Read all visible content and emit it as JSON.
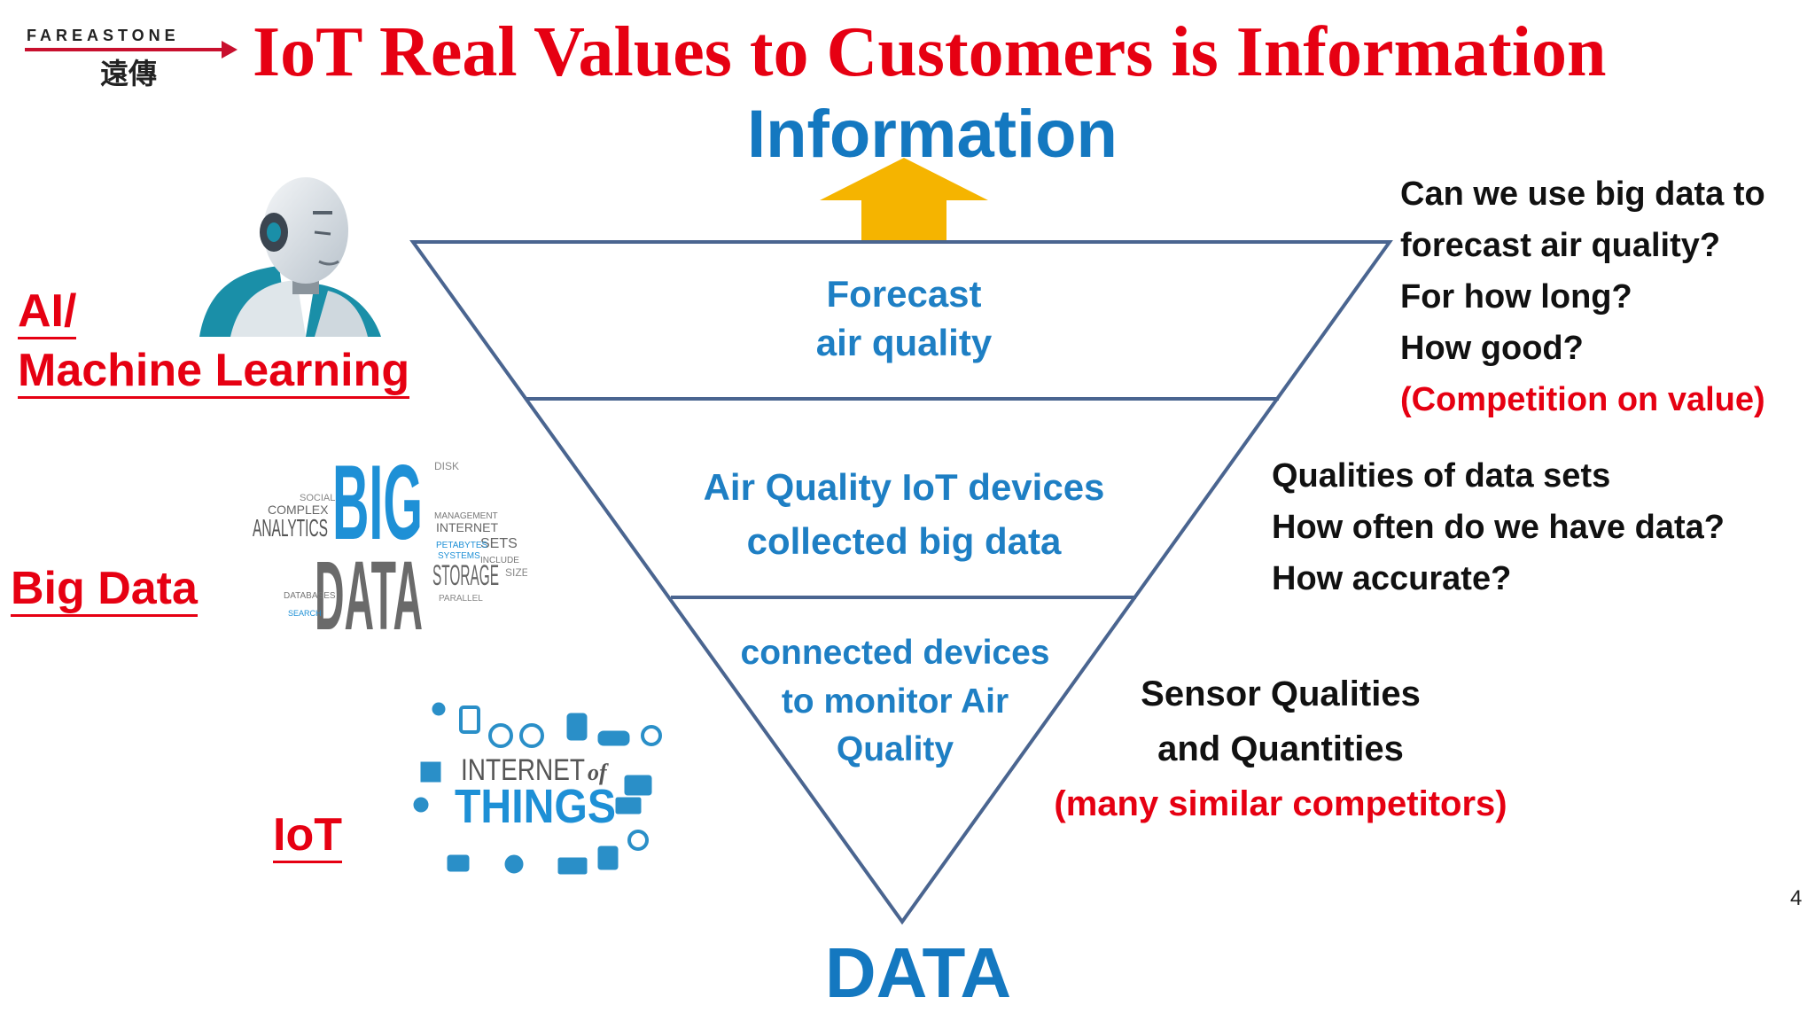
{
  "slide": {
    "title": "IoT Real Values to Customers is Information",
    "top_label": "Information",
    "bottom_label": "DATA",
    "page_number": "4"
  },
  "logo": {
    "brand_text": "FAREASTONE",
    "cjk_text": "遠傳"
  },
  "pyramid": {
    "tier1": [
      "Forecast",
      "air quality"
    ],
    "tier2": [
      "Air Quality IoT devices",
      "collected big data"
    ],
    "tier3": [
      "connected devices",
      "to monitor Air",
      "Quality"
    ]
  },
  "left_labels": {
    "ai": [
      "AI/",
      "Machine Learning"
    ],
    "big_data": "Big Data",
    "iot": "IoT"
  },
  "images": {
    "big_data_cloud": {
      "big": "BIG",
      "data": "DATA",
      "words": [
        "ANALYTICS",
        "COMPLEX",
        "STORAGE",
        "INTERNET",
        "SOCIAL",
        "SETS",
        "DISK",
        "PARALLEL",
        "SIZE",
        "SEARCH",
        "PETABYTES",
        "SYSTEMS",
        "MANAGEMENT",
        "DATABASES",
        "INCLUDE"
      ]
    },
    "iot_cloud": {
      "internet": "INTERNET",
      "of": "of",
      "things": "THINGS"
    }
  },
  "right_text": {
    "block1": [
      "Can we use big data to",
      "forecast air quality?",
      "For how long?",
      "How good?"
    ],
    "block1_red": "(Competition on value)",
    "block2": [
      "Qualities of data sets",
      "How often do we have data?",
      "How accurate?"
    ],
    "block3": [
      "Sensor Qualities",
      "and Quantities"
    ],
    "block3_red": "(many similar competitors)"
  },
  "colors": {
    "title_red": "#e60012",
    "blue_text": "#1478c0",
    "pyramid_line": "#4a6590",
    "arrow_fill": "#f5b400"
  }
}
